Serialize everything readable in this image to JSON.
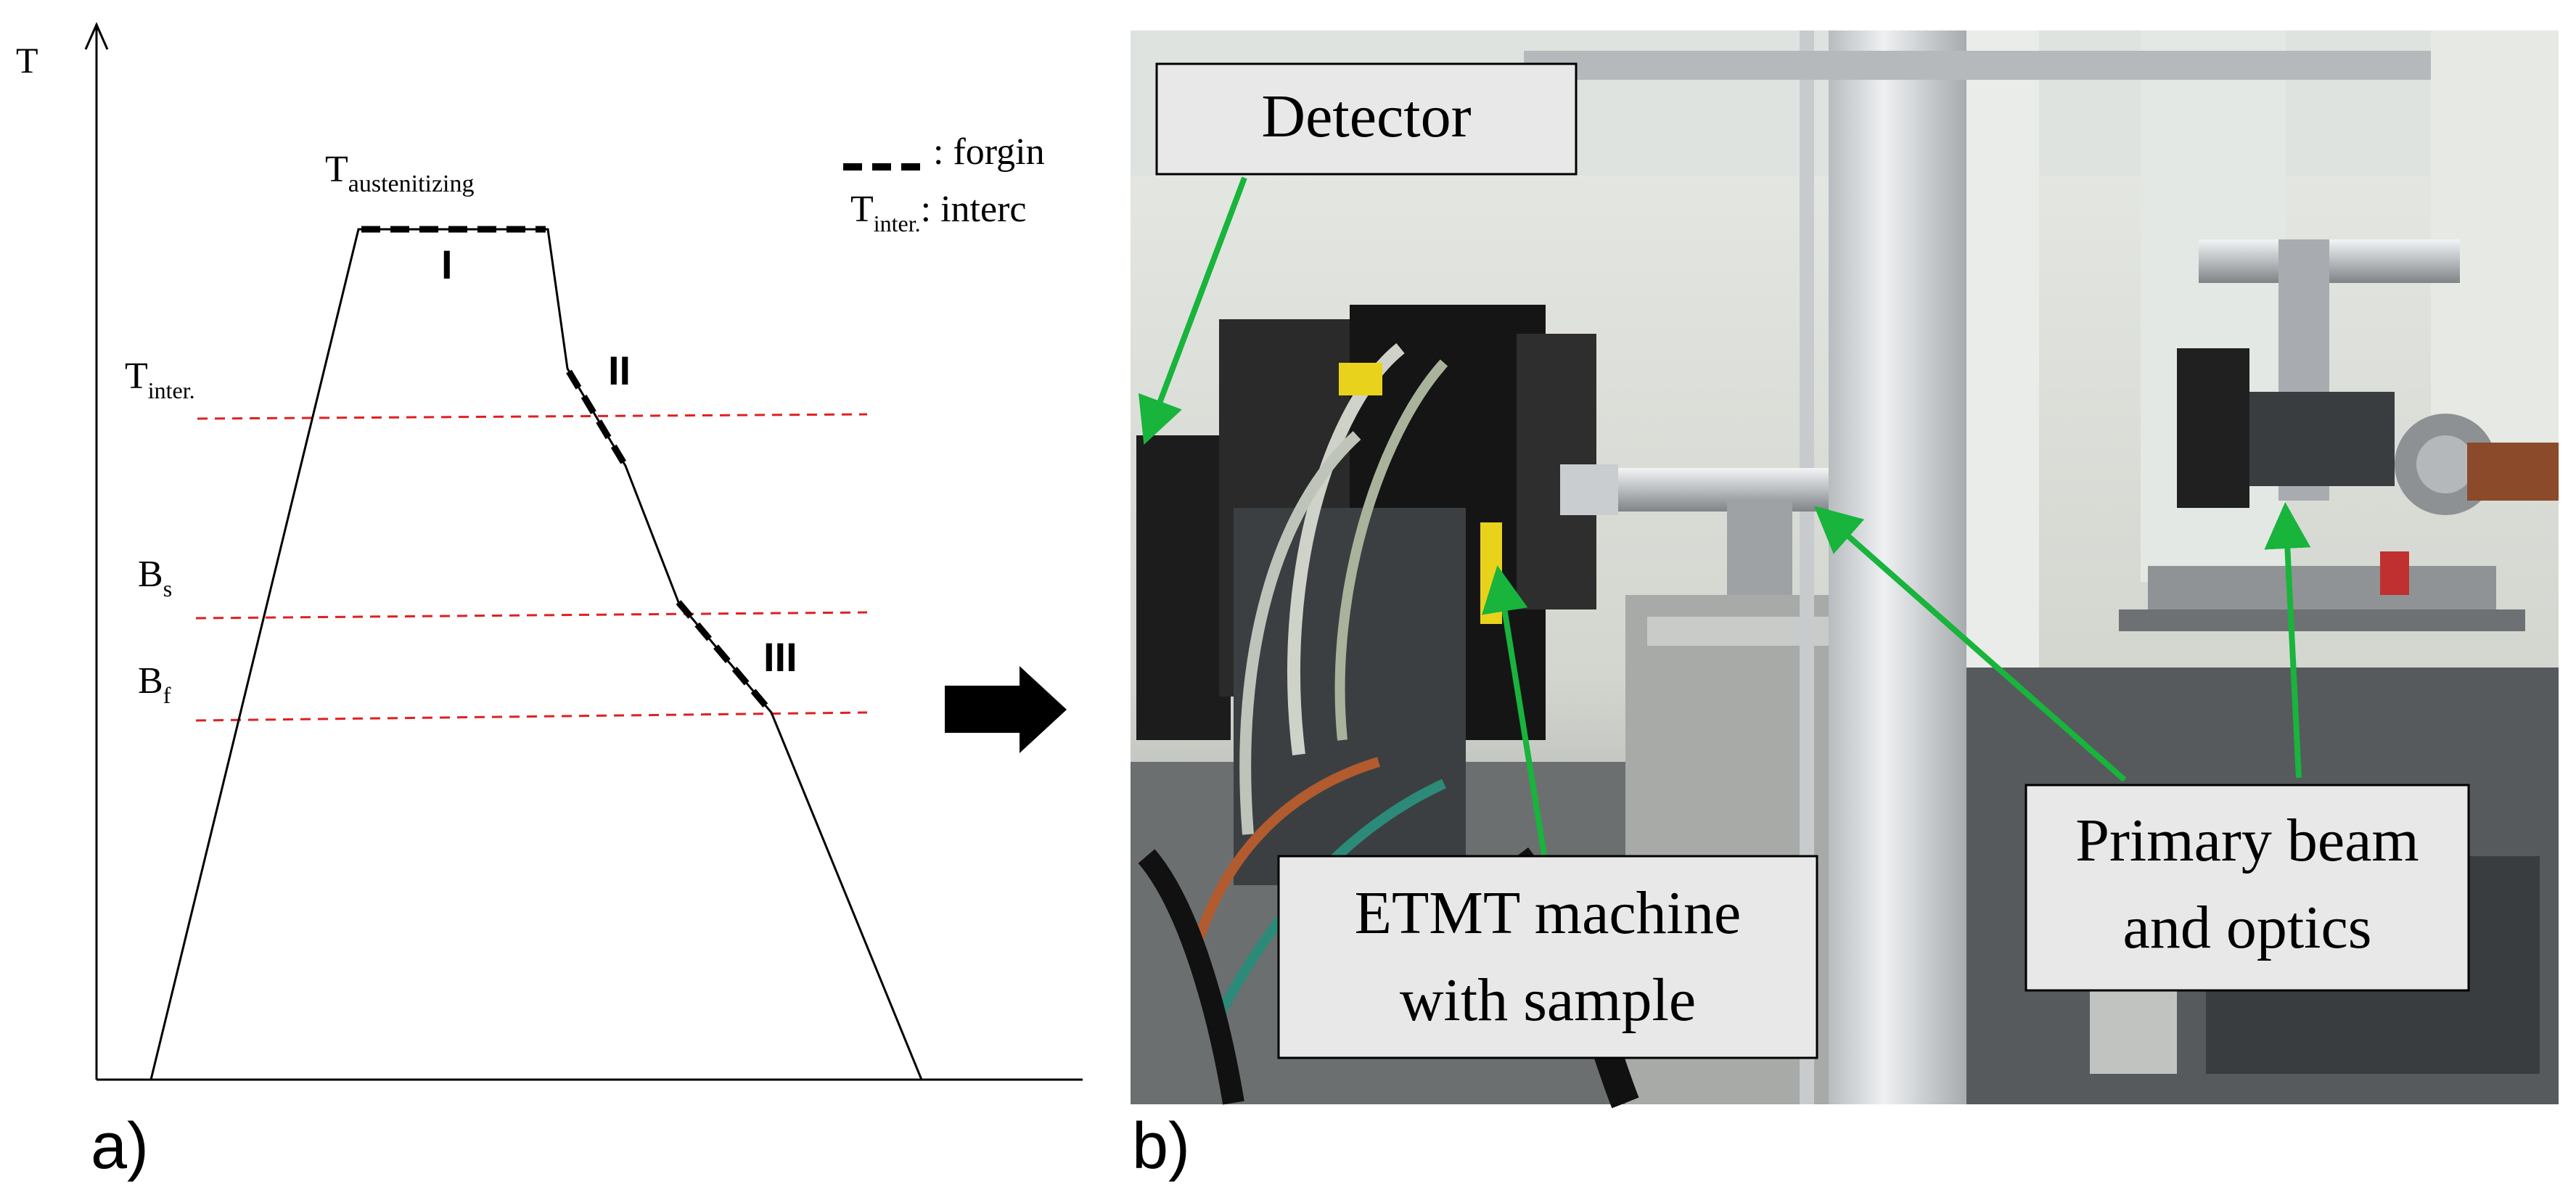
{
  "panel_a": {
    "label": "a)",
    "y_axis_label": "T",
    "austenitizing": {
      "base": "T",
      "sub": "austenitizing"
    },
    "legend": {
      "forging": ": forgin",
      "inter_base": "T",
      "inter_sub": "inter.",
      "inter_text": ": interc"
    },
    "levels": [
      {
        "base": "T",
        "sub": "inter."
      },
      {
        "base": "B",
        "sub": "s"
      },
      {
        "base": "B",
        "sub": "f"
      }
    ],
    "segments": [
      "I",
      "II",
      "III"
    ],
    "colors": {
      "reference_line": "#e02020",
      "curve": "#000000"
    }
  },
  "panel_b": {
    "label": "b)",
    "photo_description_labels": {
      "detector": "Detector",
      "etmt_line1": "ETMT machine",
      "etmt_line2": "with sample",
      "beam_line1": "Primary beam",
      "beam_line2": "and optics"
    },
    "colors": {
      "arrow": "#18b43c"
    }
  },
  "arrow_between_panels": "right-arrow"
}
